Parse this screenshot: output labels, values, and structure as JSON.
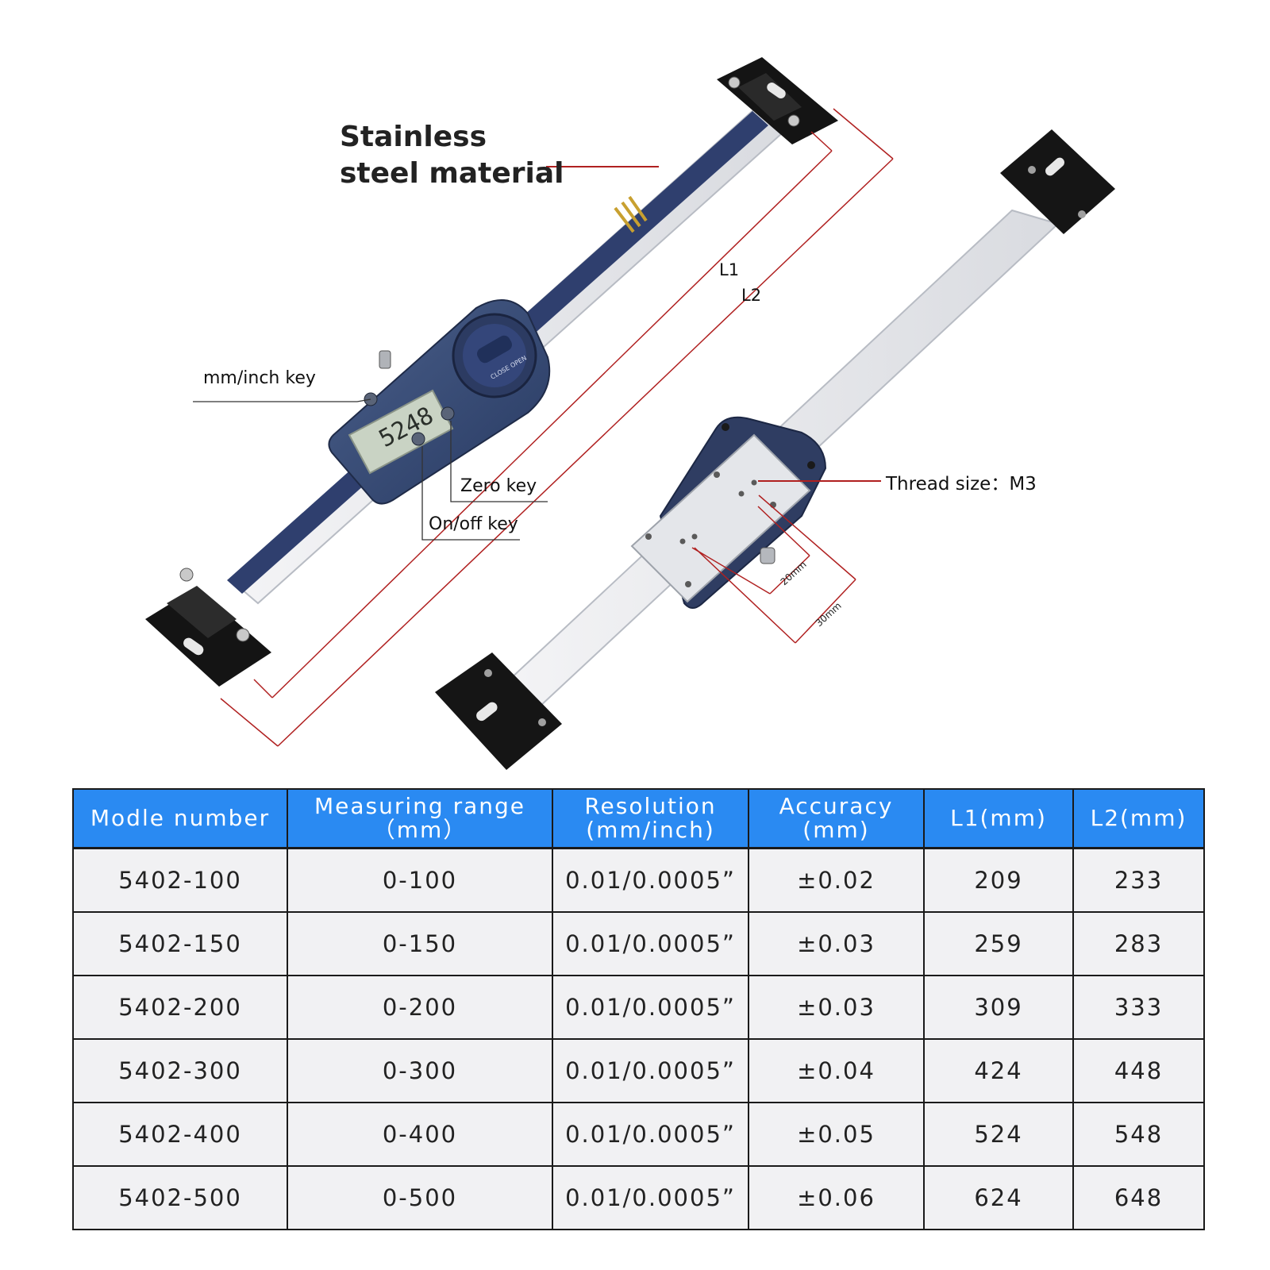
{
  "callouts": {
    "material_line1": "Stainless",
    "material_line2": "steel material",
    "mm_inch_key": "mm/inch key",
    "zero_key": "Zero key",
    "onoff_key": "On/off key",
    "thread_size": "Thread size：M3",
    "l1": "L1",
    "l2": "L2"
  },
  "device": {
    "lcd_reading": "5248",
    "dial_text": "CLOSE OPEN",
    "dim_20": "20mm",
    "dim_30": "30mm"
  },
  "table": {
    "headers": [
      {
        "line1": "Modle number",
        "line2": ""
      },
      {
        "line1": "Measuring range",
        "line2": "（mm）"
      },
      {
        "line1": "Resolution",
        "line2": "(mm/inch)"
      },
      {
        "line1": "Accuracy",
        "line2": "(mm)"
      },
      {
        "line1": "L1(mm)",
        "line2": ""
      },
      {
        "line1": "L2(mm)",
        "line2": ""
      }
    ],
    "rows": [
      [
        "5402-100",
        "0-100",
        "0.01/0.0005”",
        "±0.02",
        "209",
        "233"
      ],
      [
        "5402-150",
        "0-150",
        "0.01/0.0005”",
        "±0.03",
        "259",
        "283"
      ],
      [
        "5402-200",
        "0-200",
        "0.01/0.0005”",
        "±0.03",
        "309",
        "333"
      ],
      [
        "5402-300",
        "0-300",
        "0.01/0.0005”",
        "±0.04",
        "424",
        "448"
      ],
      [
        "5402-400",
        "0-400",
        "0.01/0.0005”",
        "±0.05",
        "524",
        "548"
      ],
      [
        "5402-500",
        "0-500",
        "0.01/0.0005”",
        "±0.06",
        "624",
        "648"
      ]
    ]
  },
  "colors": {
    "header_bg": "#2a8af2",
    "cell_bg": "#f1f1f3",
    "leader_red": "#b02020",
    "scale_navy": "#2f3f6e"
  }
}
